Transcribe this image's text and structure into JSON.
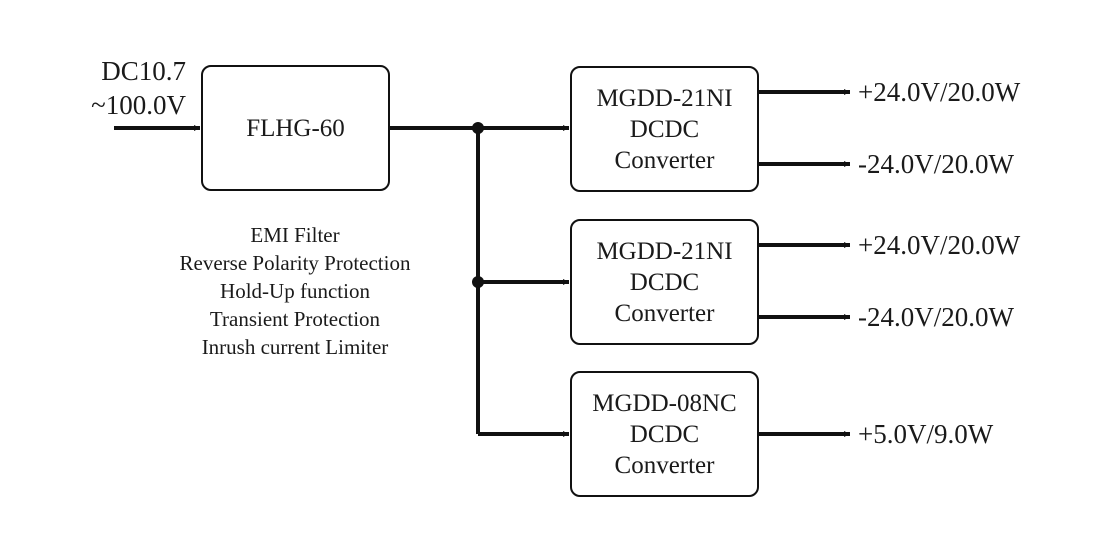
{
  "input": {
    "line1": "DC10.7",
    "line2": "~100.0V"
  },
  "filter": {
    "name": "FLHG-60",
    "features": [
      "EMI Filter",
      "Reverse Polarity Protection",
      "Hold-Up function",
      "Transient Protection",
      "Inrush current Limiter"
    ]
  },
  "converters": [
    {
      "model": "MGDD-21NI",
      "line2": "DCDC",
      "line3": "Converter",
      "outputs": [
        "+24.0V/20.0W",
        "-24.0V/20.0W"
      ]
    },
    {
      "model": "MGDD-21NI",
      "line2": "DCDC",
      "line3": "Converter",
      "outputs": [
        "+24.0V/20.0W",
        "-24.0V/20.0W"
      ]
    },
    {
      "model": "MGDD-08NC",
      "line2": "DCDC",
      "line3": "Converter",
      "outputs": [
        "+5.0V/9.0W"
      ]
    }
  ]
}
